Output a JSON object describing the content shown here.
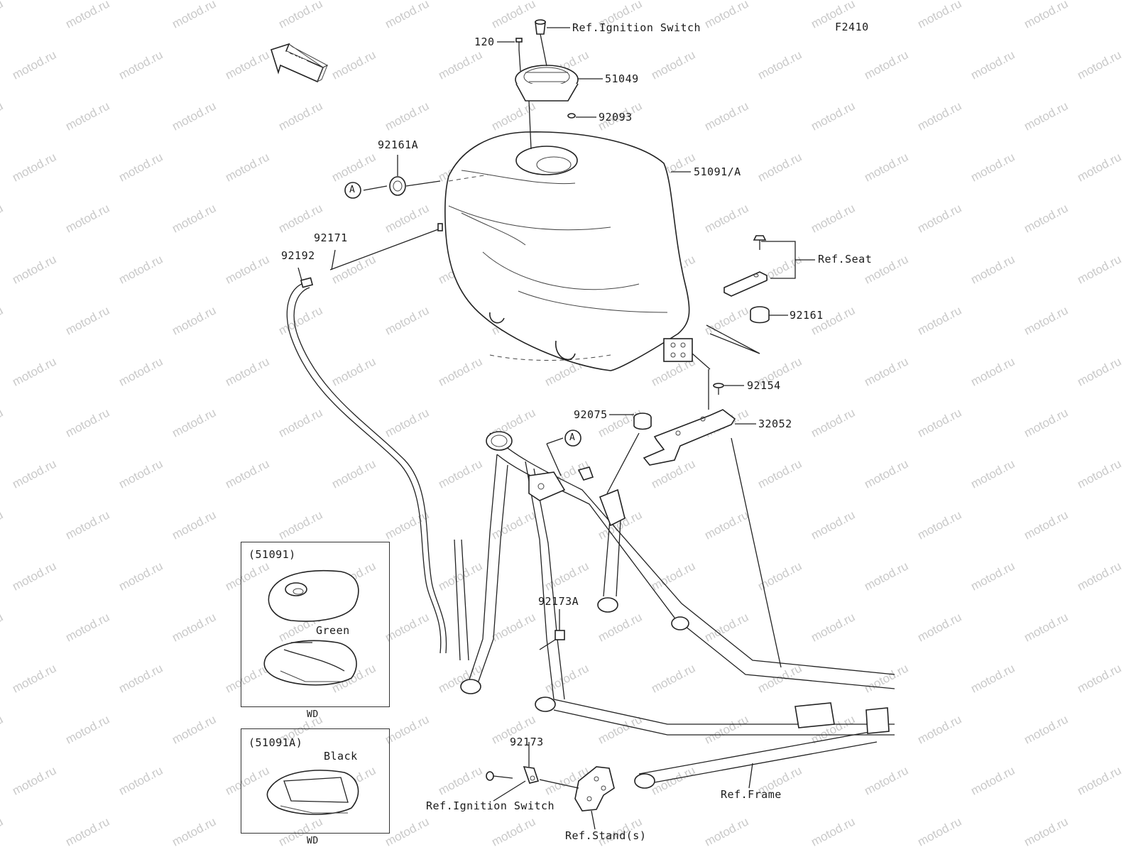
{
  "figure_code": "F2410",
  "front_label": "FRONT",
  "watermark": "motod.ru",
  "callouts": {
    "p120": "120",
    "ign_top": "Ref.Ignition Switch",
    "p51049": "51049",
    "p92093": "92093",
    "p92161a": "92161A",
    "circleA1": "A",
    "p51091a": "51091/A",
    "p92171": "92171",
    "p92192": "92192",
    "refSeat": "Ref.Seat",
    "p92161": "92161",
    "p92154": "92154",
    "p92075": "92075",
    "circleA2": "A",
    "p32052": "32052",
    "p92173a": "92173A",
    "p92173": "92173",
    "ign_bottom": "Ref.Ignition Switch",
    "refStand": "Ref.Stand(s)",
    "refFrame": "Ref.Frame"
  },
  "insets": [
    {
      "title": "(51091)",
      "color_label": "Green",
      "code": "WD"
    },
    {
      "title": "(51091A)",
      "color_label": "Black",
      "code": "WD"
    }
  ]
}
